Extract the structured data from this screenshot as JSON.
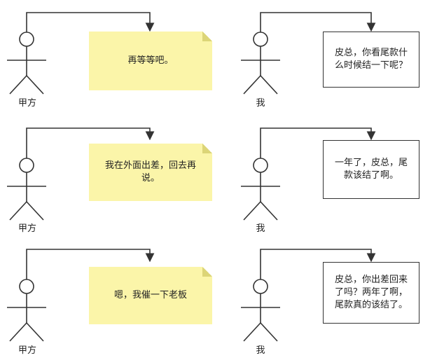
{
  "rows": [
    {
      "left": {
        "actor": "甲方",
        "message": "再等等吧。"
      },
      "right": {
        "actor": "我",
        "message": "皮总，你看尾款什\n么时候结一下呢？"
      }
    },
    {
      "left": {
        "actor": "甲方",
        "message": "我在外面出差，回去再\n说。"
      },
      "right": {
        "actor": "我",
        "message": "一年了，皮总，尾\n款该结了啊。"
      }
    },
    {
      "left": {
        "actor": "甲方",
        "message": "嗯，我催一下老板"
      },
      "right": {
        "actor": "我",
        "message": "皮总，你出差回来\n了吗？两年了啊，\n尾款真的该结了。"
      }
    }
  ],
  "colors": {
    "note_yellow": "#fbf5a9",
    "line": "#333333"
  }
}
